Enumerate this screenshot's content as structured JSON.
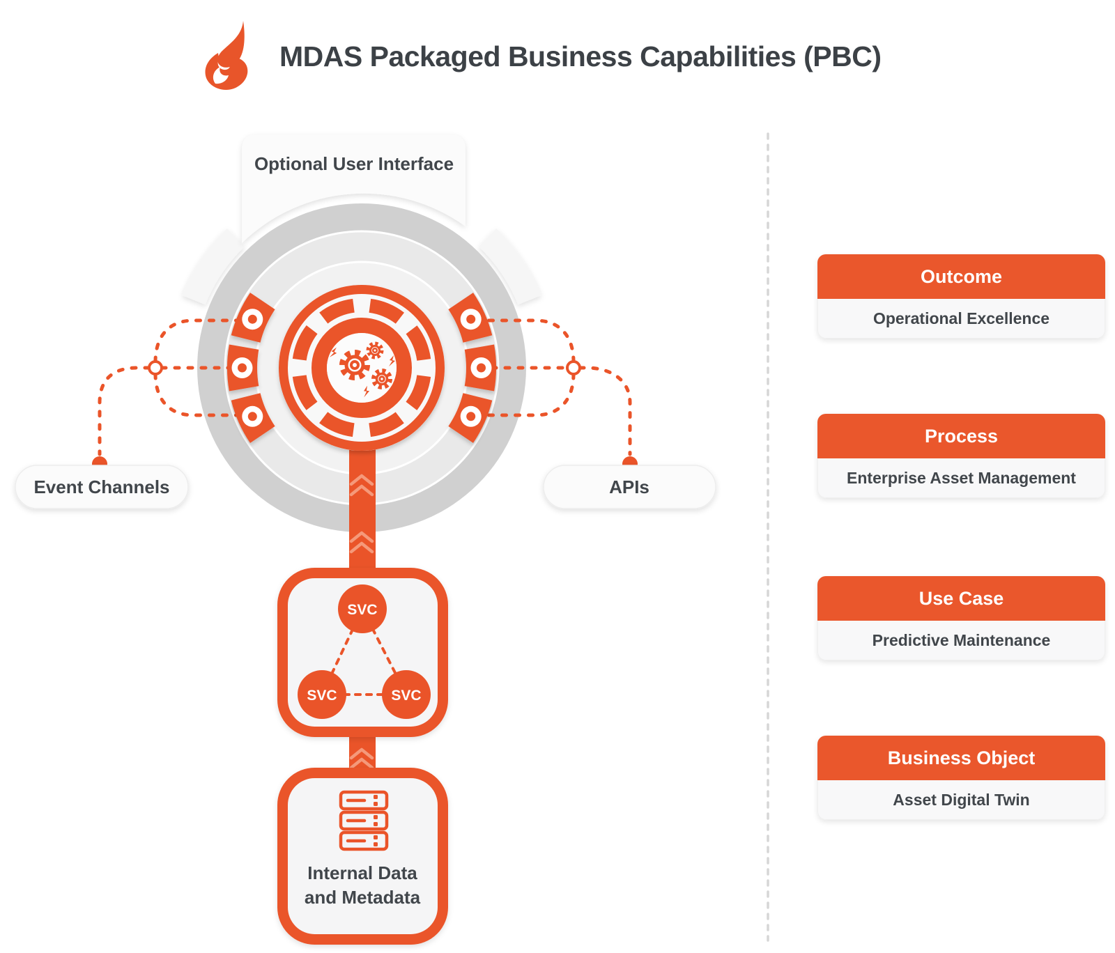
{
  "title": "MDAS Packaged Business Capabilities (PBC)",
  "diagram": {
    "optional_ui_label": "Optional User Interface",
    "event_channels_label": "Event Channels",
    "apis_label": "APIs",
    "svc_nodes": [
      "SVC",
      "SVC",
      "SVC"
    ],
    "internal_data_line1": "Internal Data",
    "internal_data_line2": "and Metadata"
  },
  "cards": [
    {
      "header": "Outcome",
      "body": "Operational Excellence"
    },
    {
      "header": "Process",
      "body": "Enterprise Asset Management"
    },
    {
      "header": "Use Case",
      "body": "Predictive Maintenance"
    },
    {
      "header": "Business Object",
      "body": "Asset Digital Twin"
    }
  ],
  "icons": {
    "logo": "flame-icon",
    "hub_center": "gears-icon",
    "storage": "database-stack-icon",
    "flow": "chevron-up-icon"
  },
  "colors": {
    "accent": "#ea5429",
    "accent_card": "#ea572c",
    "accent_light": "#f5997a",
    "text_dark": "#41464b",
    "ring_outer": "#d0d0d0",
    "ring_mid": "#e9e9e9",
    "ring_inner": "#f2f2f2",
    "panel_bg": "#f5f5f6",
    "divider": "#d6d6d6"
  }
}
